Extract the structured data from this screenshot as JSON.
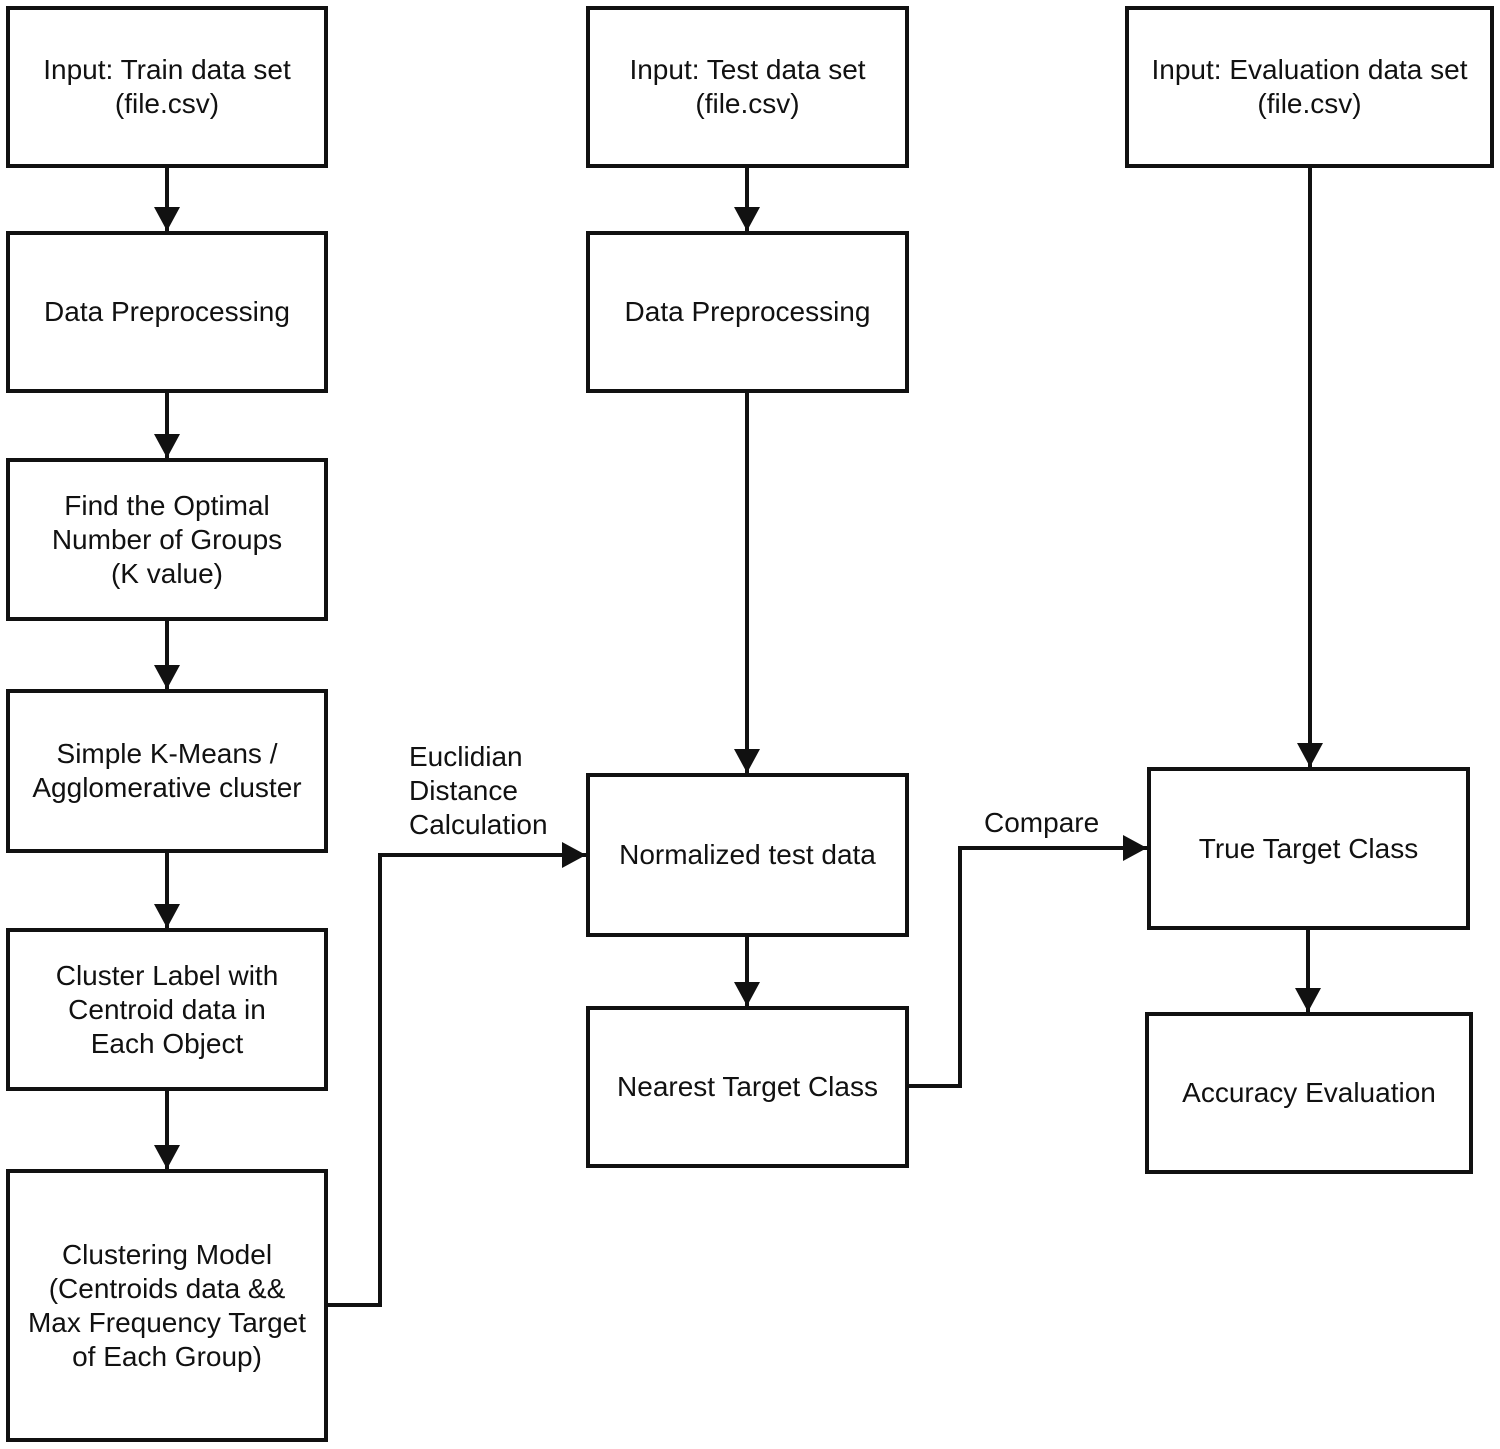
{
  "train": {
    "input": [
      "Input: Train data set",
      "(file.csv)"
    ],
    "preprocessing": [
      "Data Preprocessing"
    ],
    "find_k": [
      "Find the Optimal",
      "Number of Groups",
      "(K value)"
    ],
    "clustering": [
      "Simple K-Means /",
      "Agglomerative cluster"
    ],
    "cluster_label": [
      "Cluster Label with",
      "Centroid data in",
      "Each Object"
    ],
    "model": [
      "Clustering Model",
      "(Centroids data &&",
      "Max Frequency Target",
      "of Each Group)"
    ]
  },
  "test": {
    "input": [
      "Input: Test data set",
      "(file.csv)"
    ],
    "preprocessing": [
      "Data Preprocessing"
    ],
    "normalized": [
      "Normalized test data"
    ],
    "nearest": [
      "Nearest Target Class"
    ]
  },
  "evaluation": {
    "input": [
      "Input: Evaluation data set",
      "(file.csv)"
    ],
    "true_class": [
      "True Target Class"
    ],
    "accuracy": [
      "Accuracy Evaluation"
    ]
  },
  "edge_labels": {
    "euclidian": [
      "Euclidian",
      "Distance",
      "Calculation"
    ],
    "compare": [
      "Compare"
    ]
  }
}
